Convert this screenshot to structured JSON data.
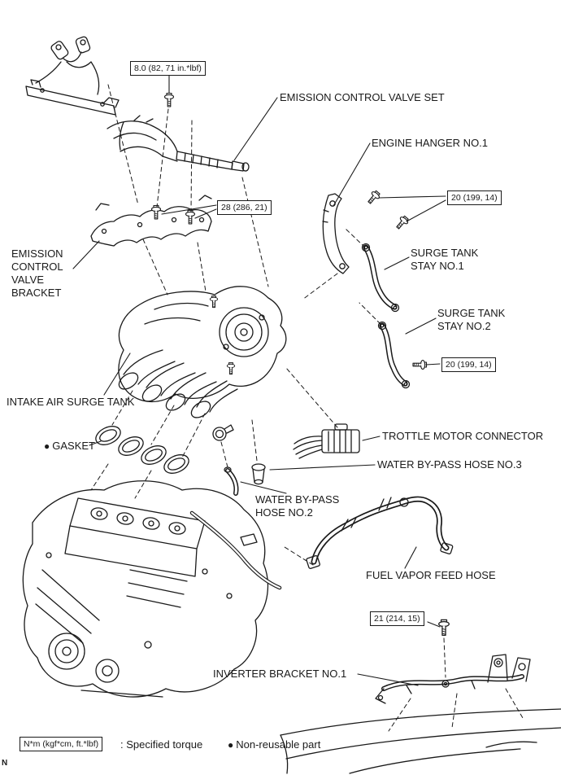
{
  "colors": {
    "ink": "#1a1a1a",
    "paper": "#ffffff"
  },
  "torque_specs": [
    {
      "value": "8.0 (82, 71 in.*lbf)"
    },
    {
      "value": "28 (286, 21)"
    },
    {
      "value": "20 (199, 14)"
    },
    {
      "value": "20 (199, 14)"
    },
    {
      "value": "21 (214, 15)"
    }
  ],
  "part_labels": [
    {
      "text": "EMISSION CONTROL VALVE SET"
    },
    {
      "text": "ENGINE HANGER NO.1"
    },
    {
      "text": "SURGE TANK STAY NO.1"
    },
    {
      "text": "EMISSION CONTROL VALVE BRACKET"
    },
    {
      "text": "SURGE TANK STAY NO.2"
    },
    {
      "text": "INTAKE AIR SURGE TANK"
    },
    {
      "text": "TROTTLE MOTOR CONNECTOR"
    },
    {
      "text": "GASKET",
      "marker": "●"
    },
    {
      "text": "WATER BY-PASS HOSE NO.3"
    },
    {
      "text": "WATER BY-PASS HOSE NO.2"
    },
    {
      "text": "FUEL VAPOR FEED HOSE"
    },
    {
      "text": "INVERTER BRACKET NO.1"
    }
  ],
  "legend": {
    "torque_box": "N*m (kgf*cm, ft.*lbf)",
    "torque_meaning": ": Specified torque",
    "nonreusable_marker": "●",
    "nonreusable_meaning": "Non-reusable part"
  },
  "page_marker": "N"
}
